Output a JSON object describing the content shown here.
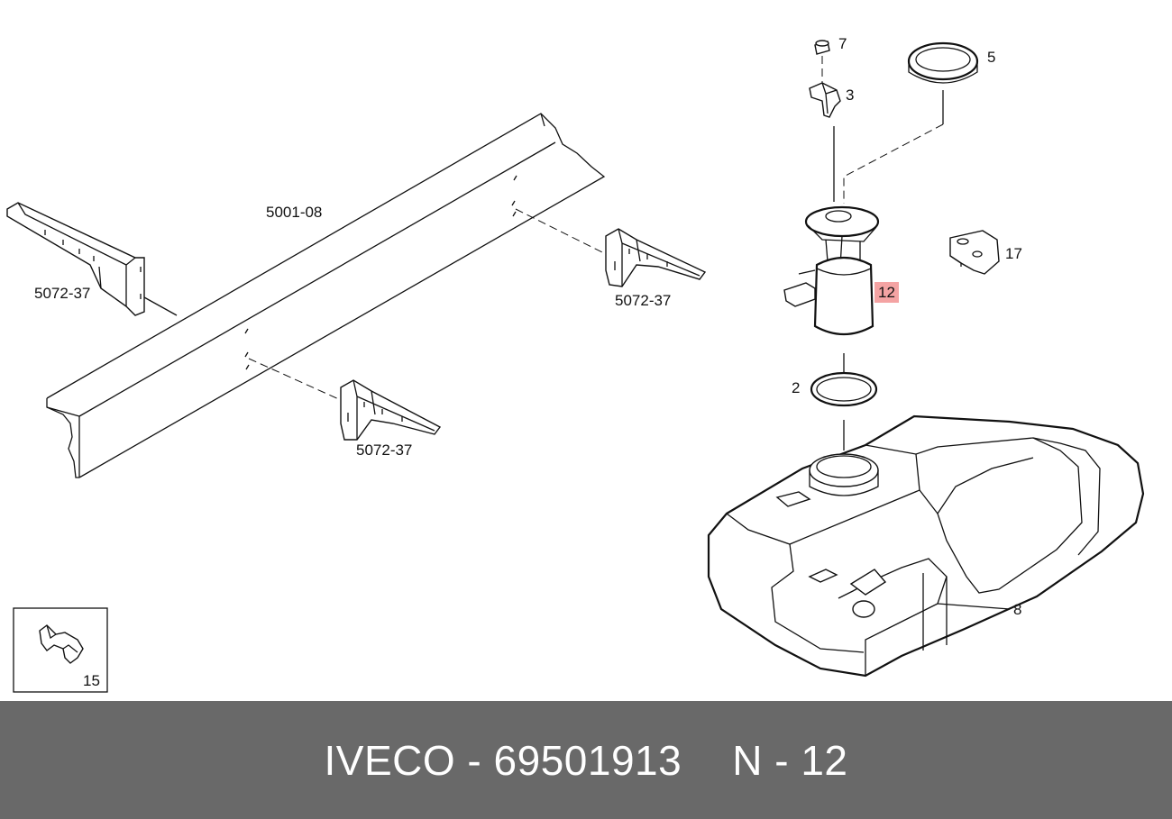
{
  "diagram": {
    "callouts": [
      {
        "id": "c7",
        "text": "7"
      },
      {
        "id": "c5",
        "text": "5"
      },
      {
        "id": "c3",
        "text": "3"
      },
      {
        "id": "c12",
        "text": "12"
      },
      {
        "id": "c17",
        "text": "17"
      },
      {
        "id": "c2",
        "text": "2"
      },
      {
        "id": "c8",
        "text": "8"
      },
      {
        "id": "c15",
        "text": "15"
      },
      {
        "id": "cframe",
        "text": "5001-08"
      },
      {
        "id": "cbr1",
        "text": "5072-37"
      },
      {
        "id": "cbr2",
        "text": "5072-37"
      },
      {
        "id": "cbr3",
        "text": "5072-37"
      }
    ],
    "highlight_color": "#f4a3a3"
  },
  "footer": {
    "brand": "IVECO",
    "dash1": "-",
    "part_number": "69501913",
    "ref_letter": "N",
    "dash2": "-",
    "ref_number": "12",
    "background": "#696969"
  }
}
